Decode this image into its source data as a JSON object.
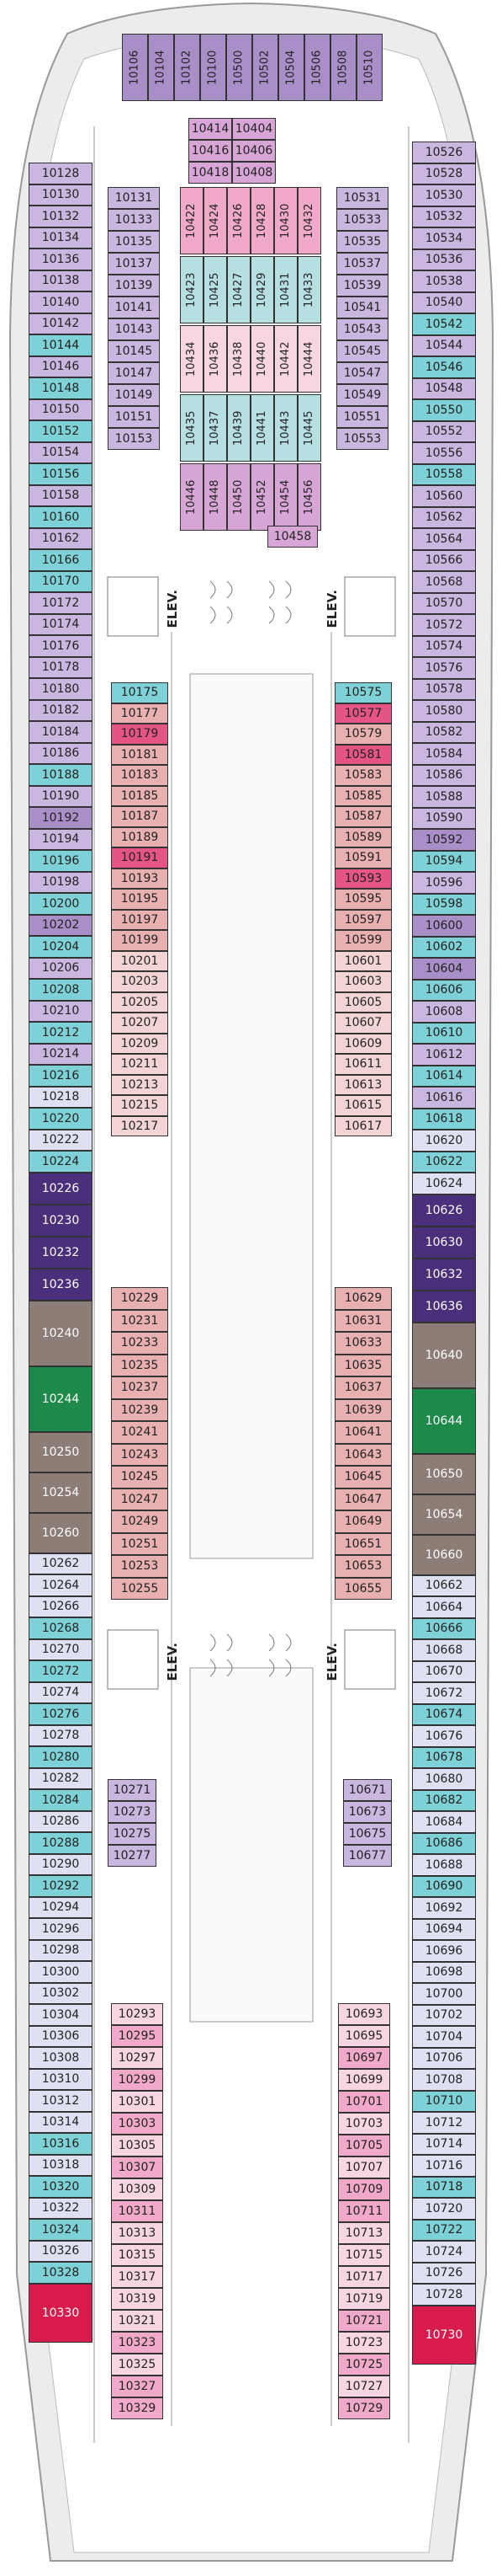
{
  "title": "",
  "colors": {
    "inside": "#d8d8d8",
    "oceanview": "#a98fc7",
    "oceanview_light": "#c9b7e0",
    "balcony": "#dfe0f2",
    "access": "#7ed1d6",
    "suite_dark": "#4a2f7a",
    "suite_brown": "#8c7d76",
    "suite_green": "#1d8a4a",
    "grandsuite": "#d91a4d",
    "aft_suite": "#e0195a",
    "inside_pink": "#e8b0b0",
    "inside_light": "#f3d4d4",
    "inside_hot": "#e55583",
    "neighborhood": "#f0a9c8",
    "neighborhood_light": "#f7d5e3",
    "interior_lav": "#d8a6d6",
    "interior_teal": "#b6dfe1",
    "hull": "#e9e9e9",
    "hull_border": "#999999"
  },
  "labels": {
    "elev": "ELEV."
  },
  "cabins": {
    "forward": [
      "10106",
      "10104",
      "10102",
      "10100",
      "10500",
      "10502",
      "10504",
      "10506",
      "10508",
      "10510"
    ],
    "left_outer": [
      "10128",
      "10130",
      "10132",
      "10134",
      "10136",
      "10138",
      "10140",
      "10142",
      "10144",
      "10146",
      "10148",
      "10150",
      "10152",
      "10154",
      "10156",
      "10158",
      "10160",
      "10162",
      "10166",
      "10170",
      "10172",
      "10174",
      "10176",
      "10178",
      "10180",
      "10182",
      "10184",
      "10186",
      "10188",
      "10190",
      "10192",
      "10194",
      "10196",
      "10198",
      "10200",
      "10202",
      "10204",
      "10206",
      "10208",
      "10210",
      "10212",
      "10214",
      "10216",
      "10218",
      "10220",
      "10222",
      "10224",
      "10226",
      "10230",
      "10232",
      "10236",
      "10240",
      "10244",
      "10250",
      "10254",
      "10260",
      "10262",
      "10264",
      "10266",
      "10268",
      "10270",
      "10272",
      "10274",
      "10276",
      "10278",
      "10280",
      "10282",
      "10284",
      "10286",
      "10288",
      "10290",
      "10292",
      "10294",
      "10296",
      "10298",
      "10300",
      "10302",
      "10304",
      "10306",
      "10308",
      "10310",
      "10312",
      "10314",
      "10316",
      "10318",
      "10320",
      "10322",
      "10324",
      "10326",
      "10328",
      "10330"
    ],
    "right_outer": [
      "10526",
      "10528",
      "10530",
      "10532",
      "10534",
      "10536",
      "10538",
      "10540",
      "10542",
      "10544",
      "10546",
      "10548",
      "10550",
      "10552",
      "10556",
      "10558",
      "10560",
      "10562",
      "10564",
      "10566",
      "10568",
      "10570",
      "10572",
      "10574",
      "10576",
      "10578",
      "10580",
      "10582",
      "10584",
      "10586",
      "10588",
      "10590",
      "10592",
      "10594",
      "10596",
      "10598",
      "10600",
      "10602",
      "10604",
      "10606",
      "10608",
      "10610",
      "10612",
      "10614",
      "10616",
      "10618",
      "10620",
      "10622",
      "10624",
      "10626",
      "10630",
      "10632",
      "10636",
      "10640",
      "10644",
      "10650",
      "10654",
      "10660",
      "10662",
      "10664",
      "10666",
      "10668",
      "10670",
      "10672",
      "10674",
      "10676",
      "10678",
      "10680",
      "10682",
      "10684",
      "10686",
      "10688",
      "10690",
      "10692",
      "10694",
      "10696",
      "10698",
      "10700",
      "10702",
      "10704",
      "10706",
      "10708",
      "10710",
      "10712",
      "10714",
      "10716",
      "10718",
      "10720",
      "10722",
      "10724",
      "10726",
      "10728",
      "10730"
    ],
    "left_inner_fwd": [
      "10131",
      "10133",
      "10135",
      "10137",
      "10139",
      "10141",
      "10143",
      "10145",
      "10147",
      "10149",
      "10151",
      "10153"
    ],
    "right_inner_fwd": [
      "10531",
      "10533",
      "10535",
      "10537",
      "10539",
      "10541",
      "10543",
      "10545",
      "10547",
      "10549",
      "10551",
      "10553"
    ],
    "center_top": [
      "10414",
      "10404",
      "10416",
      "10406",
      "10418",
      "10408"
    ],
    "center_cols_a": [
      "10422",
      "10424",
      "10426",
      "10428",
      "10430",
      "10432"
    ],
    "center_cols_b": [
      "10423",
      "10425",
      "10427",
      "10429",
      "10431",
      "10433"
    ],
    "center_cols_c": [
      "10434",
      "10436",
      "10438",
      "10440",
      "10442",
      "10444"
    ],
    "center_cols_d": [
      "10435",
      "10437",
      "10439",
      "10441",
      "10443",
      "10445"
    ],
    "center_cols_e": [
      "10446",
      "10448",
      "10450",
      "10452",
      "10454",
      "10456"
    ],
    "center_bottom": "10458",
    "left_inner_mid": [
      "10175",
      "10177",
      "10179",
      "10181",
      "10183",
      "10185",
      "10187",
      "10189",
      "10191",
      "10193",
      "10195",
      "10197",
      "10199",
      "10201",
      "10203",
      "10205",
      "10207",
      "10209",
      "10211",
      "10213",
      "10215",
      "10217"
    ],
    "right_inner_mid": [
      "10575",
      "10577",
      "10579",
      "10581",
      "10583",
      "10585",
      "10587",
      "10589",
      "10591",
      "10593",
      "10595",
      "10597",
      "10599",
      "10601",
      "10603",
      "10605",
      "10607",
      "10609",
      "10611",
      "10613",
      "10615",
      "10617"
    ],
    "left_inner_mid2": [
      "10229",
      "10231",
      "10233",
      "10235",
      "10237",
      "10239",
      "10241",
      "10243",
      "10245",
      "10247",
      "10249",
      "10251",
      "10253",
      "10255"
    ],
    "right_inner_mid2": [
      "10629",
      "10631",
      "10633",
      "10635",
      "10637",
      "10639",
      "10641",
      "10643",
      "10645",
      "10647",
      "10649",
      "10651",
      "10653",
      "10655"
    ],
    "left_inner_aft1": [
      "10271",
      "10273",
      "10275",
      "10277"
    ],
    "right_inner_aft1": [
      "10671",
      "10673",
      "10675",
      "10677"
    ],
    "left_inner_aft2": [
      "10293",
      "10295",
      "10297",
      "10299",
      "10301",
      "10303",
      "10305",
      "10307",
      "10309",
      "10311",
      "10313",
      "10315",
      "10317",
      "10319",
      "10321",
      "10323",
      "10325",
      "10327",
      "10329"
    ],
    "right_inner_aft2": [
      "10693",
      "10695",
      "10697",
      "10699",
      "10701",
      "10703",
      "10705",
      "10707",
      "10709",
      "10711",
      "10713",
      "10715",
      "10717",
      "10719",
      "10721",
      "10723",
      "10725",
      "10727",
      "10729"
    ]
  }
}
